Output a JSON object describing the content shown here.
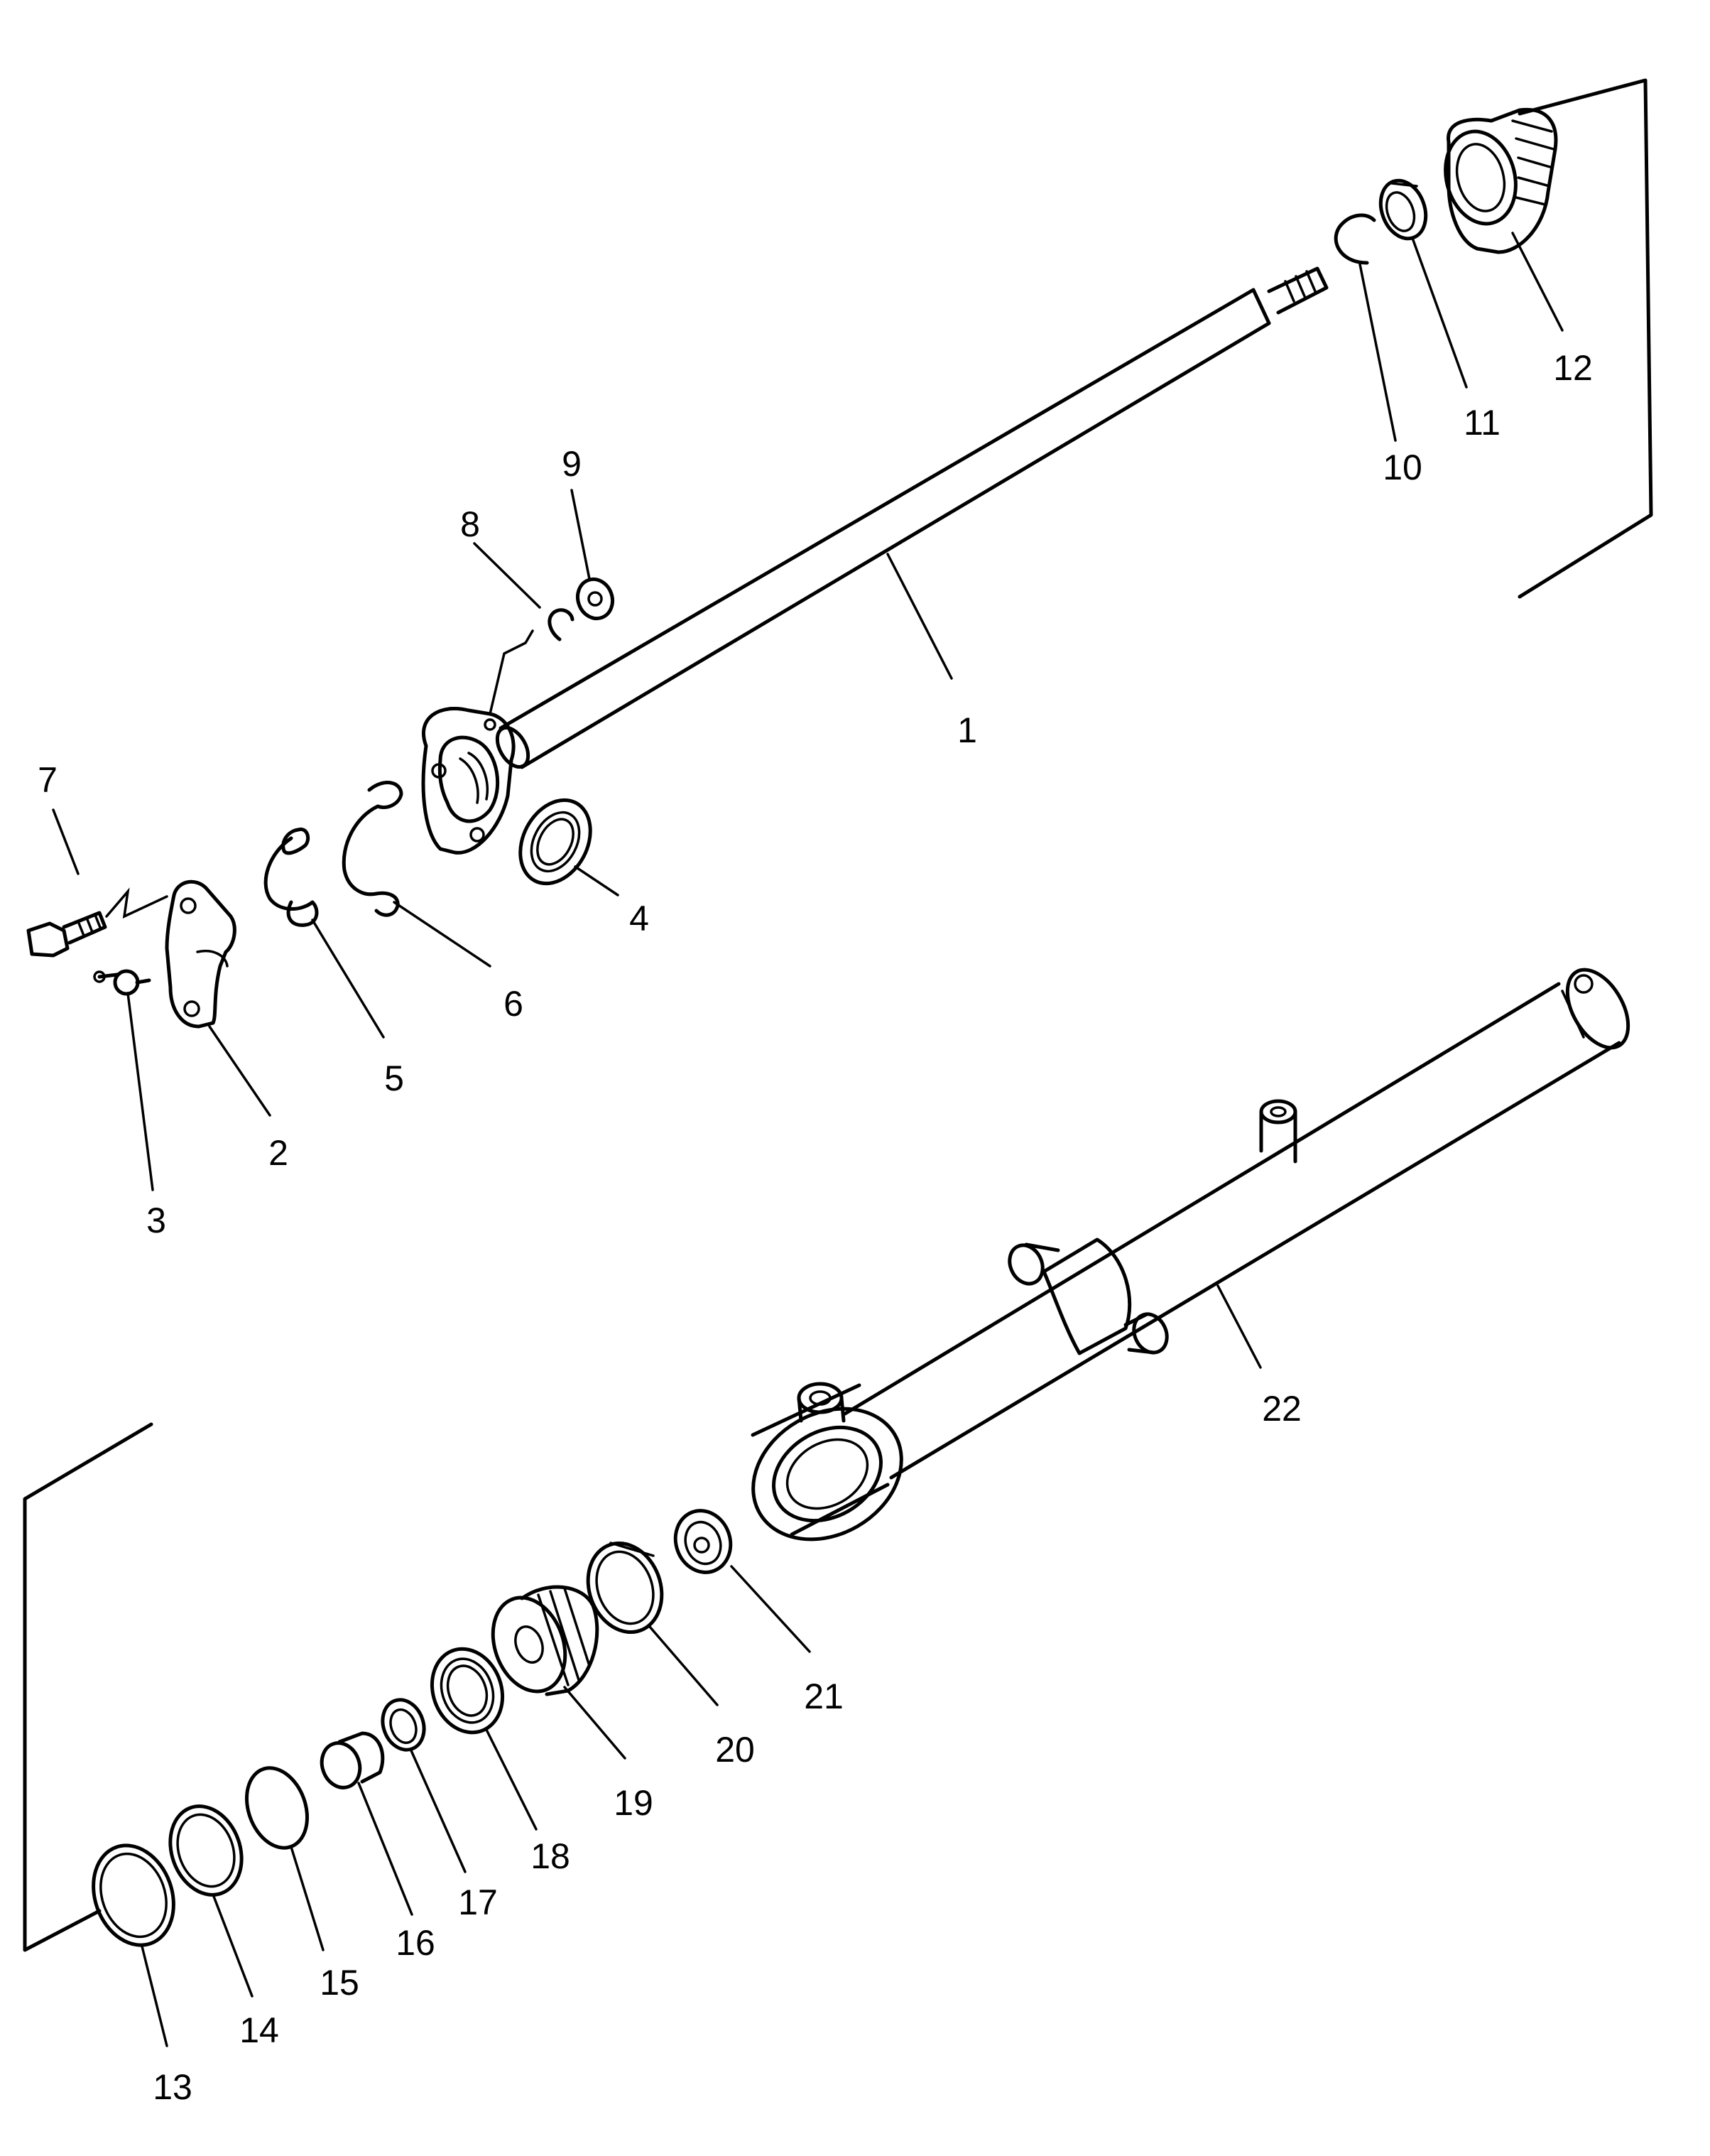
{
  "callouts": [
    "1",
    "2",
    "3",
    "4",
    "5",
    "6",
    "7",
    "8",
    "9",
    "10",
    "11",
    "12",
    "13",
    "14",
    "15",
    "16",
    "17",
    "18",
    "19",
    "20",
    "21",
    "22"
  ]
}
